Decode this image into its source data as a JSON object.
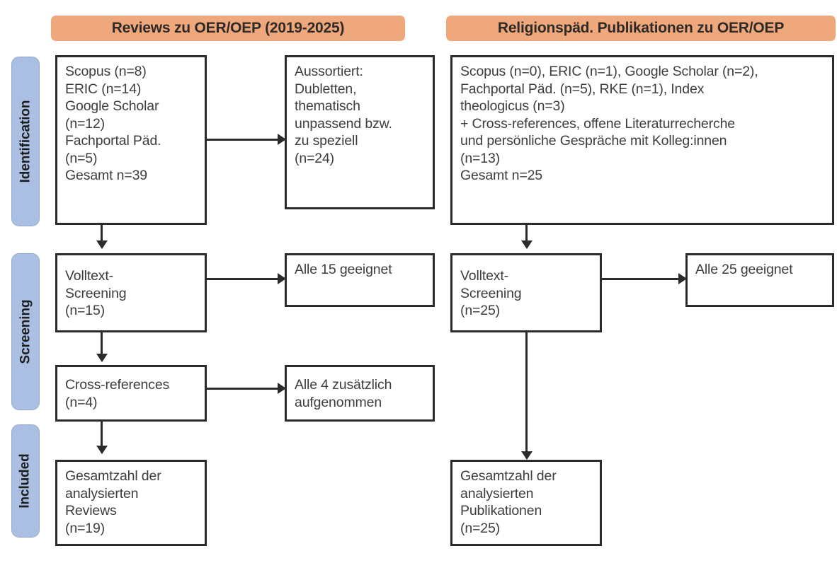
{
  "figure": {
    "type": "prisma-flow-diagram",
    "columns": [
      {
        "id": "reviews",
        "header": "Reviews zu OER/OEP (2019-2025)"
      },
      {
        "id": "religionspaed",
        "header": "Religionspäd. Publikationen zu OER/OEP"
      }
    ],
    "stages": [
      {
        "id": "identification",
        "label": "Identification"
      },
      {
        "id": "screening",
        "label": "Screening"
      },
      {
        "id": "included",
        "label": "Included"
      }
    ]
  },
  "colors": {
    "header_bg": "#efa87b",
    "stage_pill_bg": "#aabfe2",
    "box_border": "#2b2b2b",
    "text": "#3d3d3d",
    "page_bg": "#ffffff"
  },
  "boxes": {
    "left_identification": {
      "lines": [
        "Scopus (n=8)",
        "ERIC (n=14)",
        "Google Scholar",
        "(n=12)",
        "Fachportal Päd.",
        "(n=5)",
        "Gesamt n=39"
      ]
    },
    "left_excluded": {
      "lines": [
        "Aussortiert:",
        "Dubletten,",
        "thematisch",
        "unpassend bzw.",
        "zu speziell",
        "(n=24)"
      ]
    },
    "right_identification": {
      "lines": [
        "Scopus (n=0), ERIC (n=1), Google Scholar (n=2),",
        "Fachportal Päd. (n=5), RKE (n=1), Index",
        "theologicus (n=3)",
        "+ Cross-references, offene Literaturrecherche",
        "und persönliche Gespräche mit Kolleg:innen",
        "(n=13)",
        "Gesamt n=25"
      ]
    },
    "left_screening": {
      "lines": [
        "Volltext-",
        "Screening",
        "(n=15)"
      ]
    },
    "left_screening_result": {
      "lines": [
        "Alle 15 geeignet"
      ]
    },
    "right_screening": {
      "lines": [
        "Volltext-",
        "Screening",
        "(n=25)"
      ]
    },
    "right_screening_result": {
      "lines": [
        "Alle 25 geeignet"
      ]
    },
    "left_crossrefs": {
      "lines": [
        "Cross-references",
        "(n=4)"
      ]
    },
    "left_crossrefs_result": {
      "lines": [
        "Alle 4 zusätzlich",
        "aufgenommen"
      ]
    },
    "left_included": {
      "lines": [
        "Gesamtzahl der",
        "analysierten",
        "Reviews",
        "(n=19)"
      ]
    },
    "right_included": {
      "lines": [
        "Gesamtzahl der",
        "analysierten",
        "Publikationen",
        "(n=25)"
      ]
    }
  },
  "counts": {
    "left_scopus": 8,
    "left_eric": 14,
    "left_google_scholar": 12,
    "left_fachportal": 5,
    "left_total": 39,
    "left_excluded": 24,
    "left_fulltext_screening": 15,
    "left_screening_suitable": 15,
    "left_crossrefs": 4,
    "left_crossrefs_added": 4,
    "left_included": 19,
    "right_scopus": 0,
    "right_eric": 1,
    "right_google_scholar": 2,
    "right_fachportal": 5,
    "right_rke": 1,
    "right_index_theologicus": 3,
    "right_other_sources": 13,
    "right_total": 25,
    "right_fulltext_screening": 25,
    "right_screening_suitable": 25,
    "right_included": 25
  }
}
